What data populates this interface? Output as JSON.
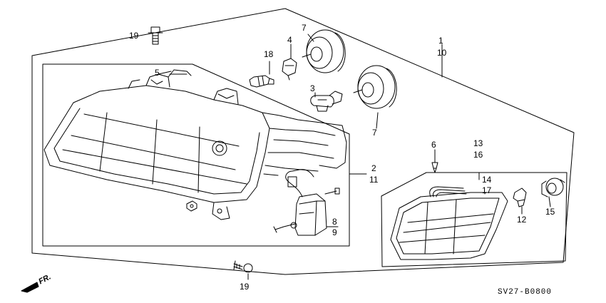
{
  "callouts": {
    "c19a": "19",
    "c19b": "19",
    "c5": "5",
    "c18": "18",
    "c4": "4",
    "c7a": "7",
    "c7b": "7",
    "c3": "3",
    "c1": "1",
    "c10": "10",
    "c2": "2",
    "c11": "11",
    "c8": "8",
    "c9": "9",
    "c6": "6",
    "c13": "13",
    "c16": "16",
    "c14": "14",
    "c17": "17",
    "c12": "12",
    "c15": "15"
  },
  "direction_label": "FR.",
  "diagram_code": "SV27-B0800"
}
